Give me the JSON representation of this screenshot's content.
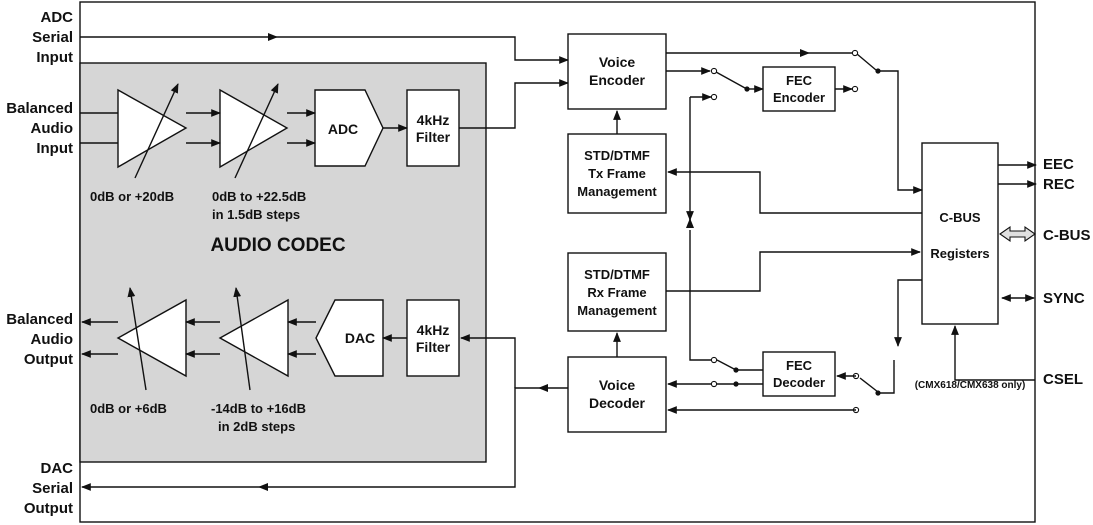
{
  "labels": {
    "adc_serial_input": [
      "ADC",
      "Serial",
      "Input"
    ],
    "balanced_audio_input": [
      "Balanced",
      "Audio",
      "Input"
    ],
    "balanced_audio_output": [
      "Balanced",
      "Audio",
      "Output"
    ],
    "dac_serial_output": [
      "DAC",
      "Serial",
      "Output"
    ],
    "eec": "EEC",
    "rec": "REC",
    "cbus": "C-BUS",
    "sync": "SYNC",
    "csel": "CSEL",
    "csel_note": "(CMX618/CMX638 only)"
  },
  "codec": {
    "title": "AUDIO CODEC",
    "adc": "ADC",
    "dac": "DAC",
    "filter_tx": [
      "4kHz",
      "Filter"
    ],
    "filter_rx": [
      "4kHz",
      "Filter"
    ],
    "gain_in_1": "0dB or +20dB",
    "gain_in_2": [
      "0dB to +22.5dB",
      "in 1.5dB steps"
    ],
    "gain_out_1": "0dB or +6dB",
    "gain_out_2": [
      "-14dB  to +16dB",
      "in 2dB steps"
    ]
  },
  "blocks": {
    "voice_encoder": [
      "Voice",
      "Encoder"
    ],
    "voice_decoder": [
      "Voice",
      "Decoder"
    ],
    "fec_encoder": [
      "FEC",
      "Encoder"
    ],
    "fec_decoder": [
      "FEC",
      "Decoder"
    ],
    "tx_frame": [
      "STD/DTMF",
      "Tx Frame",
      "Management"
    ],
    "rx_frame": [
      "STD/DTMF",
      "Rx Frame",
      "Management"
    ],
    "cbus_regs": [
      "C-BUS",
      "Registers"
    ]
  }
}
